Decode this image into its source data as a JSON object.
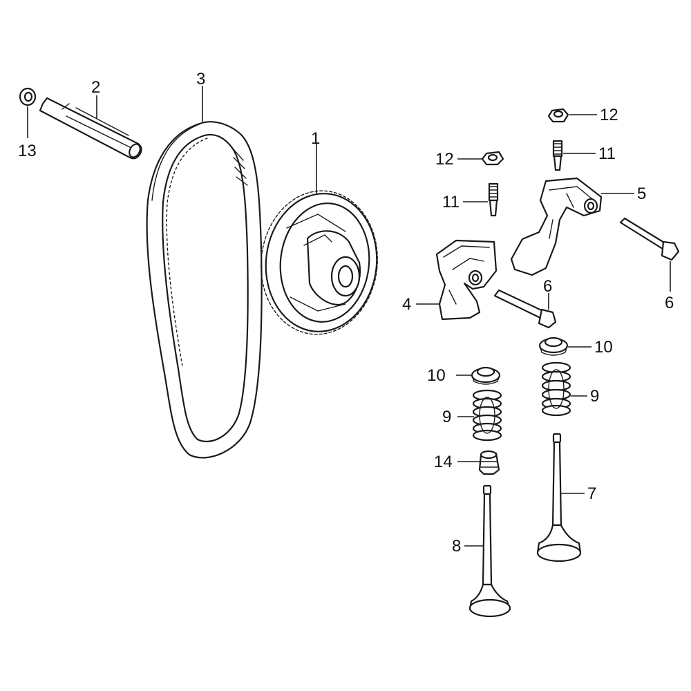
{
  "labels": {
    "l1": "1",
    "l2": "2",
    "l3": "3",
    "l4": "4",
    "l5": "5",
    "l6a": "6",
    "l6b": "6",
    "l7": "7",
    "l8": "8",
    "l9a": "9",
    "l9b": "9",
    "l10a": "10",
    "l10b": "10",
    "l11a": "11",
    "l11b": "11",
    "l12a": "12",
    "l12b": "12",
    "l13": "13",
    "l14": "14"
  },
  "colors": {
    "line": "#1a1a1a",
    "background": "#ffffff"
  }
}
